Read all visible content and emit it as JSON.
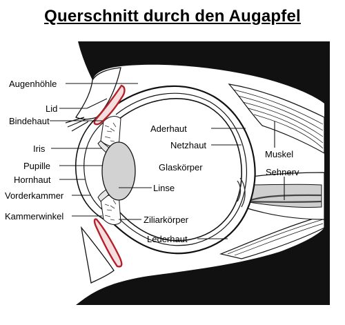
{
  "title": "Querschnitt durch den Augapfel",
  "labels": {
    "augenhoehle": "Augenhöhle",
    "lid": "Lid",
    "bindehaut": "Bindehaut",
    "iris": "Iris",
    "pupille": "Pupille",
    "hornhaut": "Hornhaut",
    "vorderkammer": "Vorderkammer",
    "kammerwinkel": "Kammerwinkel",
    "aderhaut": "Aderhaut",
    "netzhaut": "Netzhaut",
    "glaskoerper": "Glaskörper",
    "linse": "Linse",
    "ziliarkoerper": "Ziliarkörper",
    "lederhaut": "Lederhaut",
    "muskel": "Muskel",
    "sehnerv": "Sehnerv"
  },
  "colors": {
    "lid": "#b51f2a",
    "orbit": "#111111",
    "lens": "#d2d2d2",
    "nerve": "#cfcfcf",
    "vessel": "#444444"
  }
}
